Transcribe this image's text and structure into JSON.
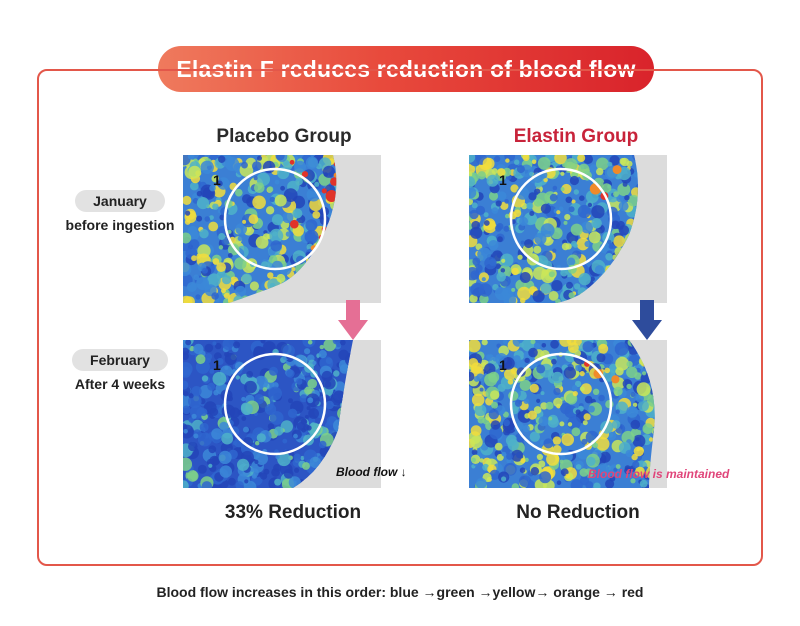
{
  "title": "Elastin F reduces reduction of blood flow",
  "groups": {
    "placebo": {
      "title": "Placebo Group",
      "result": "33% Reduction",
      "note": "Blood flow ↓"
    },
    "elastin": {
      "title": "Elastin Group",
      "result": "No Reduction",
      "note": "Blood flow is maintained"
    }
  },
  "rows": {
    "january": {
      "label": "January",
      "sub": "before ingestion"
    },
    "february": {
      "label": "February",
      "sub": "After 4 weeks"
    }
  },
  "panel_marker": "1",
  "footer": "Blood flow increases in this order: blue →green →yellow→ orange → red",
  "colors": {
    "accent": "#e84a3c",
    "elastin_title": "#c8233a",
    "placebo_arrow": "#e56f95",
    "elastin_arrow": "#2e4c9c",
    "note_maintained": "#e0457a"
  }
}
